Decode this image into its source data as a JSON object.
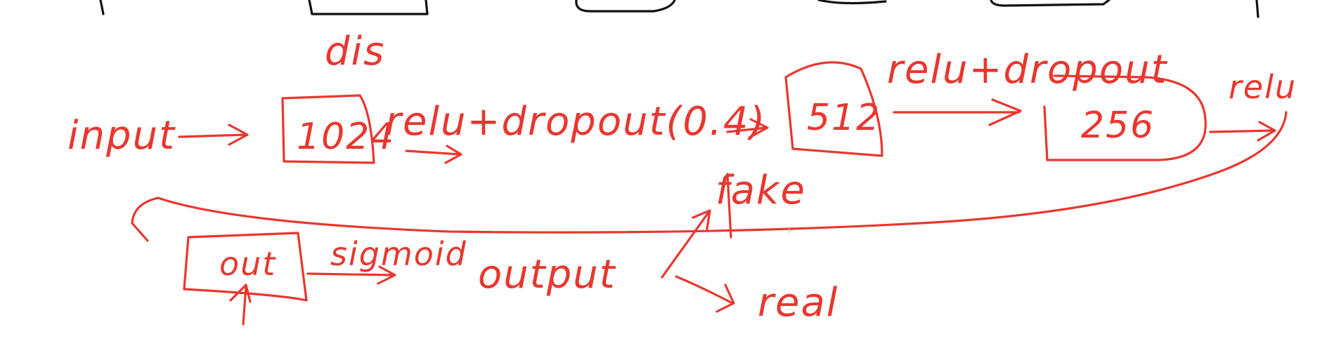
{
  "colors": {
    "ink": "#e8372f",
    "frame": "#111111",
    "background": "#ffffff"
  },
  "labels": {
    "dis": "dis",
    "input": "input",
    "box1": "1024",
    "relu_dropout_1": "relu+dropout(0.4)",
    "box2": "512",
    "relu_dropout_2": "relu+dropout",
    "box3": "256",
    "relu_3": "relu",
    "fake": "fake",
    "box_out": "out",
    "sigmoid": "sigmoid",
    "output": "output",
    "real": "real"
  }
}
